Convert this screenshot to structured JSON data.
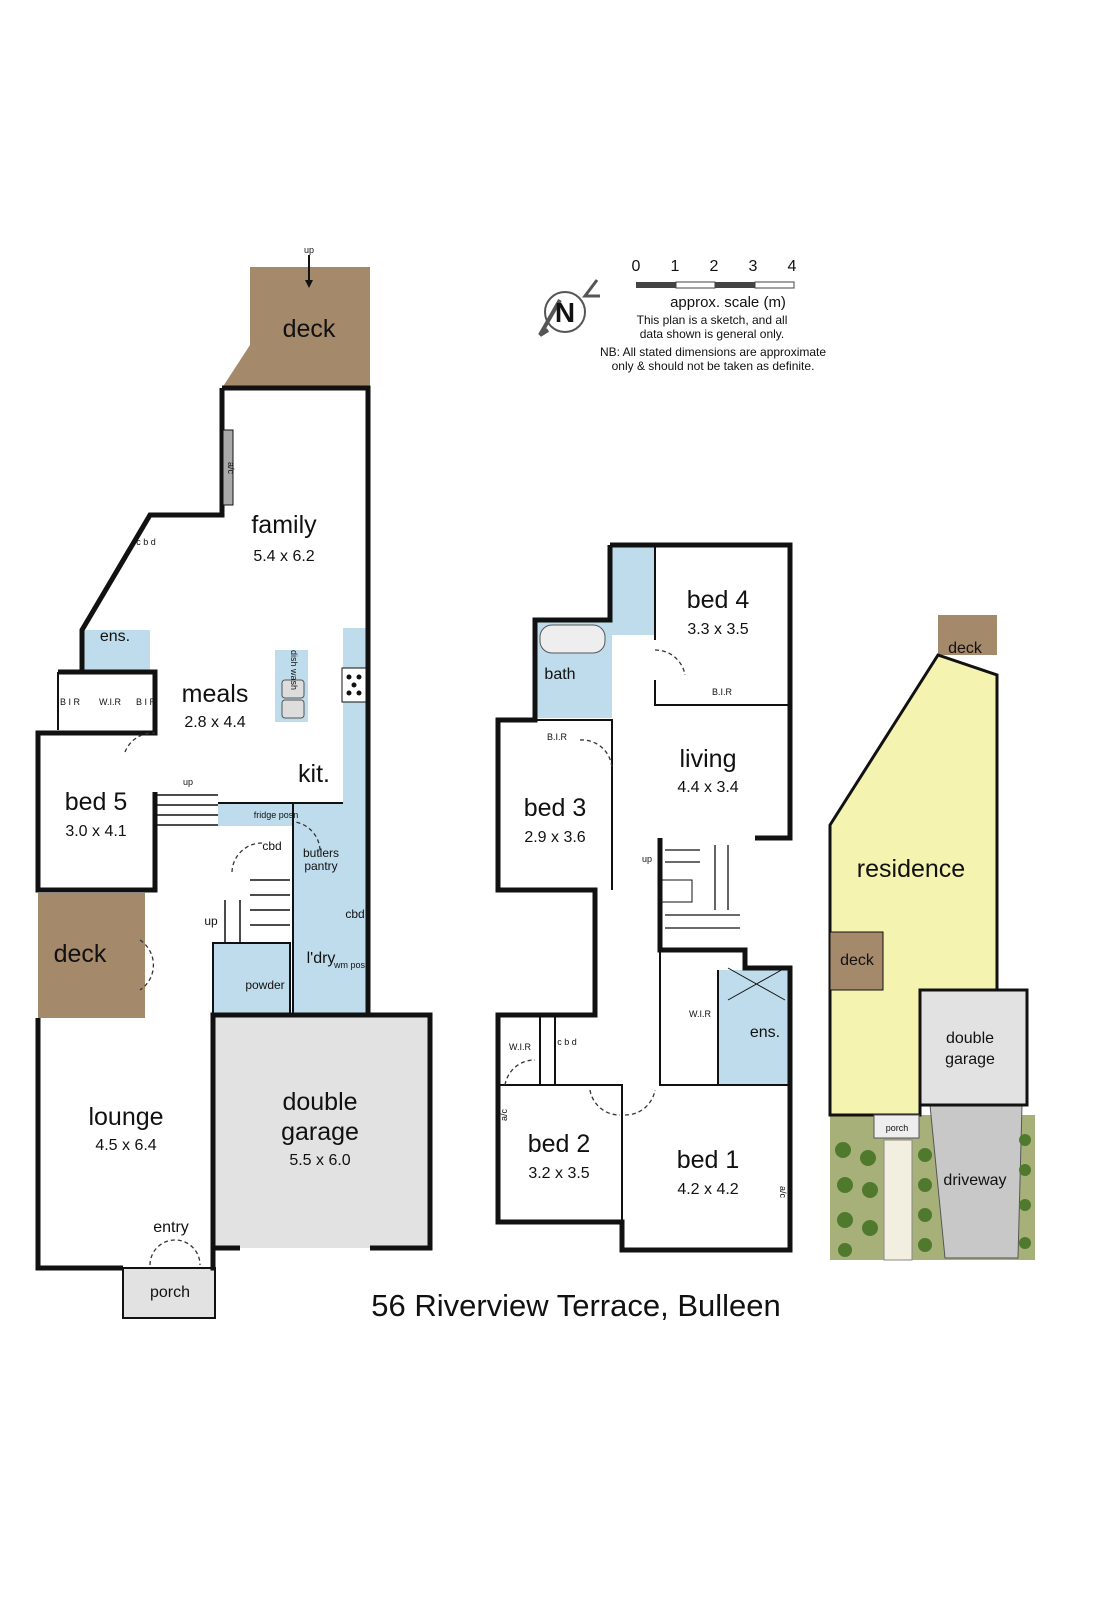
{
  "title": "56 Riverview Terrace, Bulleen",
  "legend": {
    "north": "N",
    "scale_ticks": [
      "0",
      "1",
      "2",
      "3",
      "4"
    ],
    "scale_label": "approx. scale (m)",
    "disclaimer_1": "This plan is a sketch, and all",
    "disclaimer_2": "data shown is general only.",
    "nb_1": "NB: All stated dimensions are approximate",
    "nb_2": "only & should not be taken as definite."
  },
  "ground_floor": {
    "deck_top": "deck",
    "up_top": "up",
    "ac": "a/c",
    "family": {
      "name": "family",
      "dim": "5.4 x 6.2"
    },
    "cbd_family": "c b d",
    "ens": "ens.",
    "meals": {
      "name": "meals",
      "dim": "2.8 x 4.4"
    },
    "bir": "B I R",
    "wir": "W.I.R",
    "dish_wash": "dish wash",
    "kit": "kit.",
    "bed5": {
      "name": "bed 5",
      "dim": "3.0 x 4.1"
    },
    "up_stairs": "up",
    "fridge": "fridge posn",
    "cbd": "cbd",
    "butlers_pantry_1": "butlers",
    "butlers_pantry_2": "pantry",
    "cbd_2": "cbd",
    "up_2": "up",
    "deck_side": "deck",
    "powder": "powder",
    "ldry": "l'dry",
    "wm": "wm posn",
    "lounge": {
      "name": "lounge",
      "dim": "4.5 x 6.4"
    },
    "garage_1": "double",
    "garage_2": "garage",
    "garage_dim": "5.5 x 6.0",
    "entry": "entry",
    "porch": "porch"
  },
  "first_floor": {
    "bed4": {
      "name": "bed 4",
      "dim": "3.3 x 3.5"
    },
    "bir_4": "B.I.R",
    "bath": "bath",
    "bir_3": "B.I.R",
    "living": {
      "name": "living",
      "dim": "4.4 x 3.4"
    },
    "bed3": {
      "name": "bed 3",
      "dim": "2.9 x 3.6"
    },
    "up": "up",
    "wir_1": "W.I.R",
    "ens": "ens.",
    "wir_2": "W.I.R",
    "cbd": "c b d",
    "ac_2": "a/c",
    "ac_1": "a/c",
    "bed2": {
      "name": "bed 2",
      "dim": "3.2 x 3.5"
    },
    "bed1": {
      "name": "bed 1",
      "dim": "4.2 x 4.2"
    }
  },
  "site_plan": {
    "deck_top": "deck",
    "residence": "residence",
    "deck_side": "deck",
    "garage_1": "double",
    "garage_2": "garage",
    "porch": "porch",
    "driveway": "driveway"
  },
  "colors": {
    "deck": "#a5896b",
    "wet_area": "#bfdcec",
    "garage": "#e2e2e2",
    "residence": "#f5f3b0",
    "garden": "#a8b07a",
    "driveway": "#c8c8c8"
  }
}
